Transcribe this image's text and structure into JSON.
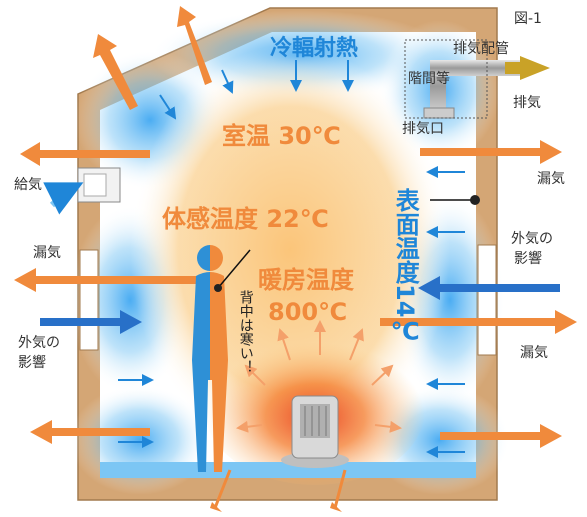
{
  "figure": {
    "figure_id": "図-1",
    "cold_radiation": "冷輻射熱",
    "stairwell": "階間等",
    "exhaust_pipe": "排気配管",
    "exhaust": "排気",
    "exhaust_port": "排気口",
    "room_temp": "室温 30℃",
    "sensed_temp": "体感温度 22℃",
    "heater_temp_label": "暖房温度",
    "heater_temp_value": "800℃",
    "surface_temp": "表面温度14℃",
    "back_cold": "背中は寒い！",
    "supply_air": "給気",
    "leak_left": "漏気",
    "leak_right_top": "漏気",
    "leak_right_mid": "漏気",
    "outside_influence_left_l1": "外気の",
    "outside_influence_left_l2": "影響",
    "outside_influence_right_l1": "外気の",
    "outside_influence_right_l2": "影響"
  },
  "colors": {
    "wall": "#d4a675",
    "cold": "#1f86d8",
    "warm": "#f08a3c",
    "exhaust_arrow": "#c9a227"
  }
}
